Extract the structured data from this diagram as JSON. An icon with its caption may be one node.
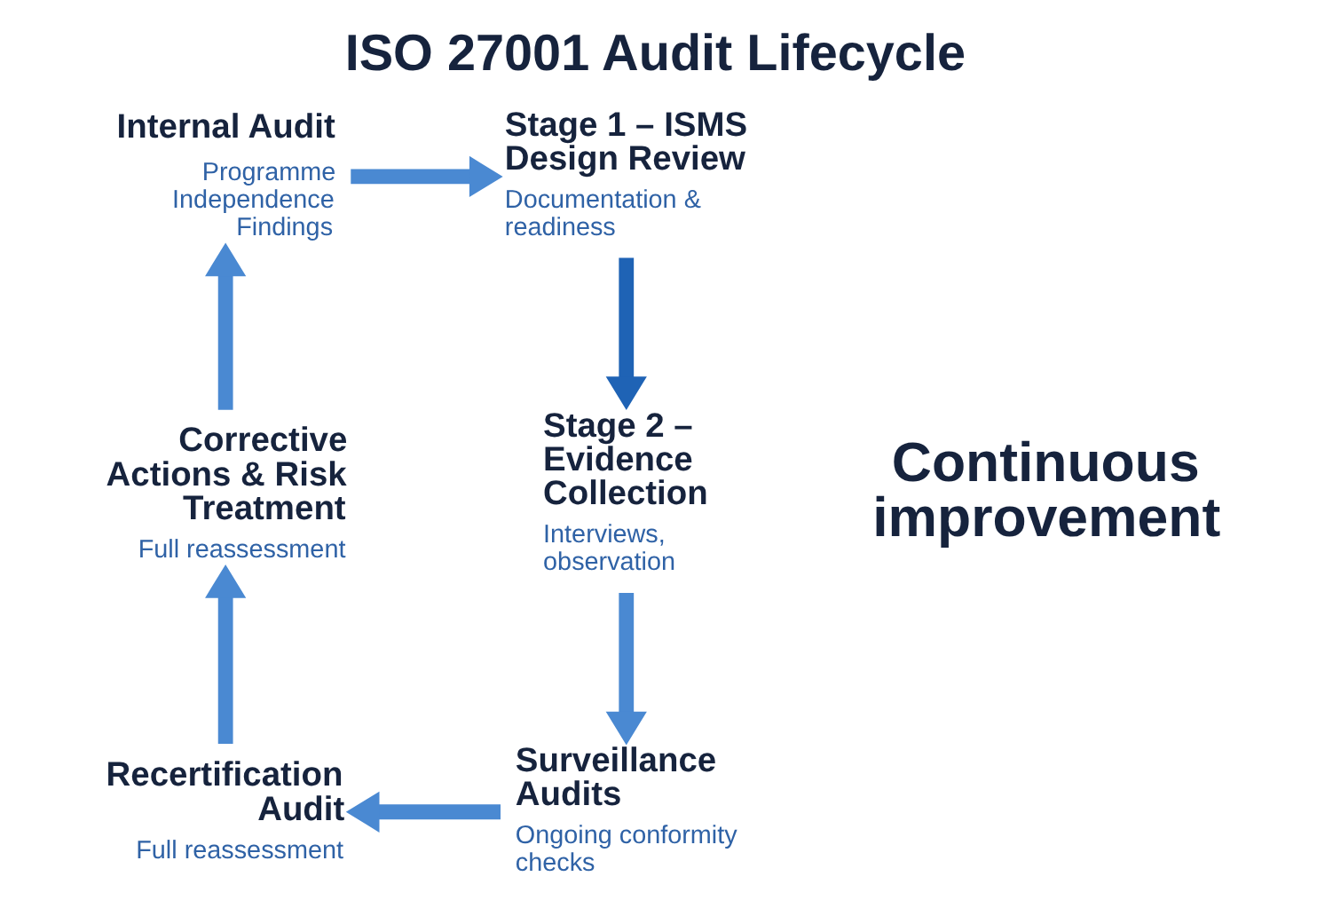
{
  "diagram": {
    "title": "ISO 27001 Audit Lifecycle",
    "nodes": [
      {
        "text": [
          "Internal Audit",
          "Programme Independence Findings"
        ]
      },
      {
        "text": [
          "Stage 1 – ISMS Design Review",
          "Documentation & readiness"
        ]
      },
      {
        "text": [
          "Stage 2 – Evidence Collection",
          "Interviews, observation"
        ]
      },
      {
        "text": [
          "Surveillance Audits",
          "Ongoing conformity checks"
        ]
      },
      {
        "text": [
          "Recertification Audit",
          "Full reassessment"
        ]
      },
      {
        "text": [
          "Corrective Actions & Risk Treatment",
          "Full reassessment"
        ]
      }
    ],
    "edges": [
      {
        "from": 0,
        "to": 1,
        "arrow": "to"
      },
      {
        "from": 1,
        "to": 2,
        "arrow": "to",
        "color": "#1f63b5"
      },
      {
        "from": 2,
        "to": 3,
        "arrow": "to"
      },
      {
        "from": 3,
        "to": 4,
        "arrow": "to"
      },
      {
        "from": 4,
        "to": 5,
        "arrow": "to"
      },
      {
        "from": 5,
        "to": 0,
        "arrow": "to"
      }
    ],
    "labels": [
      "Continuous improvement"
    ]
  }
}
